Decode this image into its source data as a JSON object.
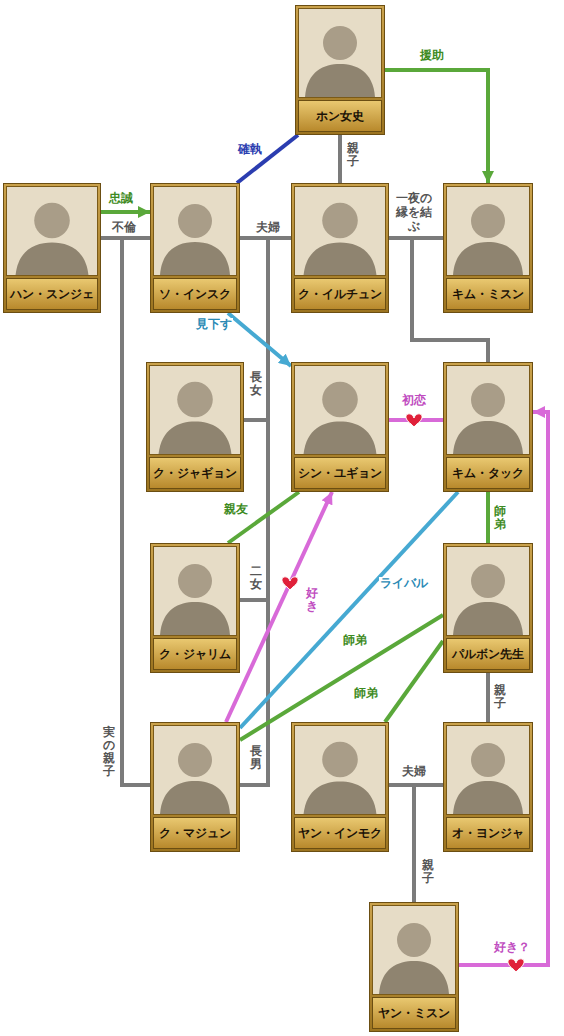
{
  "diagram": {
    "nodes": [
      {
        "text": [
          "ホン女史"
        ]
      },
      {
        "text": [
          "ハン・スンジェ"
        ]
      },
      {
        "text": [
          "ソ・インスク"
        ]
      },
      {
        "text": [
          "ク・イルチュン"
        ]
      },
      {
        "text": [
          "キム・ミスン"
        ]
      },
      {
        "text": [
          "ク・ジャギョン"
        ]
      },
      {
        "text": [
          "シン・ユギョン"
        ]
      },
      {
        "text": [
          "キム・タック"
        ]
      },
      {
        "text": [
          "ク・ジャリム"
        ]
      },
      {
        "text": [
          "パルボン先生"
        ]
      },
      {
        "text": [
          "ク・マジュン"
        ]
      },
      {
        "text": [
          "ヤン・インモク"
        ]
      },
      {
        "text": [
          "オ・ヨンジャ"
        ]
      },
      {
        "text": [
          "ヤン・ミスン"
        ]
      }
    ],
    "edges": [
      {
        "from": 0,
        "to": 4,
        "label": "援助",
        "arrow": "to"
      },
      {
        "from": 0,
        "to": 2,
        "label": "確執",
        "arrow": "none"
      },
      {
        "from": 0,
        "to": 3,
        "label": "親子",
        "arrow": "none"
      },
      {
        "from": 1,
        "to": 2,
        "label": "忠誠",
        "arrow": "to"
      },
      {
        "from": 1,
        "to": 2,
        "label": "不倫",
        "arrow": "none"
      },
      {
        "from": 1,
        "to": 10,
        "label": "実の親子",
        "arrow": "none"
      },
      {
        "from": 2,
        "to": 3,
        "label": "夫婦",
        "arrow": "none"
      },
      {
        "from": 2,
        "to": 5,
        "label": "長女",
        "arrow": "none"
      },
      {
        "from": 2,
        "to": 8,
        "label": "二女",
        "arrow": "none"
      },
      {
        "from": 2,
        "to": 10,
        "label": "長男",
        "arrow": "none"
      },
      {
        "from": 3,
        "to": 4,
        "label": "一夜の縁を結ぶ",
        "arrow": "none"
      },
      {
        "from": 4,
        "to": 7,
        "arrow": "none"
      },
      {
        "from": 2,
        "to": 6,
        "label": "見下す",
        "arrow": "to"
      },
      {
        "from": 6,
        "to": 7,
        "label": "初恋",
        "arrow": "none"
      },
      {
        "from": 8,
        "to": 6,
        "label": "親友",
        "arrow": "none"
      },
      {
        "from": 7,
        "to": 9,
        "label": "師弟",
        "arrow": "none"
      },
      {
        "from": 10,
        "to": 6,
        "label": "好き",
        "arrow": "to"
      },
      {
        "from": 10,
        "to": 7,
        "label": "ライバル",
        "arrow": "none"
      },
      {
        "from": 10,
        "to": 9,
        "label": "師弟",
        "arrow": "none"
      },
      {
        "from": 11,
        "to": 9,
        "label": "師弟",
        "arrow": "none"
      },
      {
        "from": 9,
        "to": 12,
        "label": "親子",
        "arrow": "none"
      },
      {
        "from": 11,
        "to": 12,
        "label": "夫婦",
        "arrow": "none"
      },
      {
        "from": 11,
        "to": 13,
        "label": "親子",
        "arrow": "none"
      },
      {
        "from": 13,
        "to": 7,
        "label": "好き？",
        "arrow": "to"
      }
    ]
  }
}
